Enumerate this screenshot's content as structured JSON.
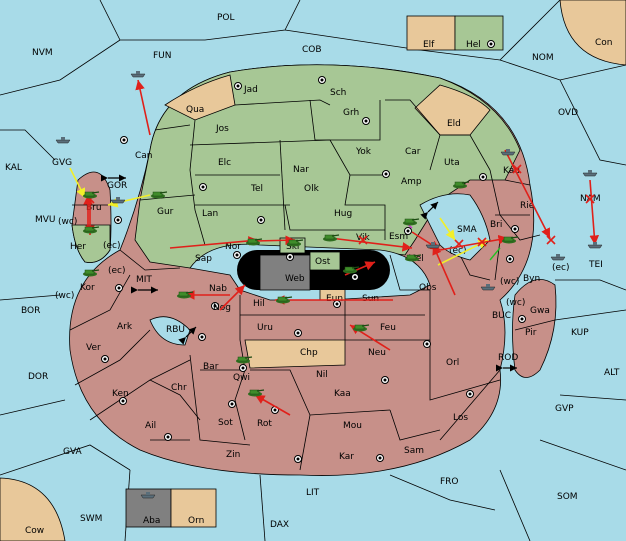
{
  "colors": {
    "sea": "#a8dbe8",
    "green_power": "#a7c795",
    "red_power": "#c79089",
    "neutral": "#e8c89a",
    "impassable": "#808080",
    "move_arrow": "#e0201a",
    "support_arrow": "#f2ef2a"
  },
  "legend": {
    "neutral_label": "Elf",
    "green_label": "Hel",
    "red_label": "Aba",
    "tan_label": "Orn"
  },
  "sea_labels": [
    {
      "id": "pol",
      "text": "POL"
    },
    {
      "id": "nvm",
      "text": "NVM"
    },
    {
      "id": "fun",
      "text": "FUN"
    },
    {
      "id": "cob",
      "text": "COB"
    },
    {
      "id": "nom",
      "text": "NOM"
    },
    {
      "id": "con",
      "text": "Con"
    },
    {
      "id": "ovd",
      "text": "OVD"
    },
    {
      "id": "kal",
      "text": "KAL"
    },
    {
      "id": "gvg",
      "text": "GVG"
    },
    {
      "id": "gor",
      "text": "GOR"
    },
    {
      "id": "mvu",
      "text": "MVU"
    },
    {
      "id": "mit",
      "text": "MIT"
    },
    {
      "id": "bor",
      "text": "BOR"
    },
    {
      "id": "rbu",
      "text": "RBU"
    },
    {
      "id": "dor",
      "text": "DOR"
    },
    {
      "id": "gva",
      "text": "GVA"
    },
    {
      "id": "swm",
      "text": "SWM"
    },
    {
      "id": "cow",
      "text": "Cow"
    },
    {
      "id": "lit",
      "text": "LIT"
    },
    {
      "id": "dax",
      "text": "DAX"
    },
    {
      "id": "fro",
      "text": "FRO"
    },
    {
      "id": "som",
      "text": "SOM"
    },
    {
      "id": "gvp",
      "text": "GVP"
    },
    {
      "id": "alt",
      "text": "ALT"
    },
    {
      "id": "kup",
      "text": "KUP"
    },
    {
      "id": "rod",
      "text": "ROD"
    },
    {
      "id": "buc",
      "text": "BUC"
    },
    {
      "id": "nam",
      "text": "NAM"
    },
    {
      "id": "tei",
      "text": "TEI"
    },
    {
      "id": "sma",
      "text": "SMA"
    }
  ],
  "land_labels": [
    {
      "id": "qua",
      "text": "Qua"
    },
    {
      "id": "jad",
      "text": "Jad"
    },
    {
      "id": "sch",
      "text": "Sch"
    },
    {
      "id": "can",
      "text": "Can"
    },
    {
      "id": "jos",
      "text": "Jos"
    },
    {
      "id": "grh",
      "text": "Grh"
    },
    {
      "id": "eld",
      "text": "Eld"
    },
    {
      "id": "elc",
      "text": "Elc"
    },
    {
      "id": "yok",
      "text": "Yok"
    },
    {
      "id": "car",
      "text": "Car"
    },
    {
      "id": "uta",
      "text": "Uta"
    },
    {
      "id": "nar",
      "text": "Nar"
    },
    {
      "id": "kau",
      "text": "Kau"
    },
    {
      "id": "tel",
      "text": "Tel"
    },
    {
      "id": "olk",
      "text": "Olk"
    },
    {
      "id": "amp",
      "text": "Amp"
    },
    {
      "id": "gur",
      "text": "Gur"
    },
    {
      "id": "lan",
      "text": "Lan"
    },
    {
      "id": "hug",
      "text": "Hug"
    },
    {
      "id": "rie",
      "text": "Rie"
    },
    {
      "id": "bri",
      "text": "Bri"
    },
    {
      "id": "esm",
      "text": "Esm"
    },
    {
      "id": "bru",
      "text": "Bru"
    },
    {
      "id": "her",
      "text": "Her"
    },
    {
      "id": "nor",
      "text": "Nor"
    },
    {
      "id": "skr",
      "text": "Skr"
    },
    {
      "id": "vik",
      "text": "Vik"
    },
    {
      "id": "sap",
      "text": "Sap"
    },
    {
      "id": "mel",
      "text": "Mel"
    },
    {
      "id": "ost",
      "text": "Ost"
    },
    {
      "id": "web",
      "text": "Web"
    },
    {
      "id": "byn",
      "text": "Byn"
    },
    {
      "id": "kor",
      "text": "Kor"
    },
    {
      "id": "nab",
      "text": "Nab"
    },
    {
      "id": "eun",
      "text": "Eun"
    },
    {
      "id": "sun",
      "text": "Sun"
    },
    {
      "id": "obs",
      "text": "Obs"
    },
    {
      "id": "gwa",
      "text": "Gwa"
    },
    {
      "id": "ark",
      "text": "Ark"
    },
    {
      "id": "nog",
      "text": "Nog"
    },
    {
      "id": "hil",
      "text": "Hil"
    },
    {
      "id": "pir",
      "text": "Pir"
    },
    {
      "id": "uru",
      "text": "Uru"
    },
    {
      "id": "feu",
      "text": "Feu"
    },
    {
      "id": "ver",
      "text": "Ver"
    },
    {
      "id": "chp",
      "text": "Chp"
    },
    {
      "id": "neu",
      "text": "Neu"
    },
    {
      "id": "orl",
      "text": "Orl"
    },
    {
      "id": "bar",
      "text": "Bar"
    },
    {
      "id": "qwi",
      "text": "Qwi"
    },
    {
      "id": "nil",
      "text": "Nil"
    },
    {
      "id": "ken",
      "text": "Ken"
    },
    {
      "id": "chr",
      "text": "Chr"
    },
    {
      "id": "kaa",
      "text": "Kaa"
    },
    {
      "id": "ail",
      "text": "Ail"
    },
    {
      "id": "sot",
      "text": "Sot"
    },
    {
      "id": "rot",
      "text": "Rot"
    },
    {
      "id": "mou",
      "text": "Mou"
    },
    {
      "id": "los",
      "text": "Los"
    },
    {
      "id": "zin",
      "text": "Zin"
    },
    {
      "id": "kar",
      "text": "Kar"
    },
    {
      "id": "sam",
      "text": "Sam"
    }
  ],
  "coast_labels": [
    {
      "id": "wc1",
      "text": "(wc)"
    },
    {
      "id": "ec1",
      "text": "(ec)"
    },
    {
      "id": "ec2",
      "text": "(ec)"
    },
    {
      "id": "wc2",
      "text": "(wc)"
    },
    {
      "id": "wc3",
      "text": "(wc)"
    },
    {
      "id": "ec3",
      "text": "(ec)"
    },
    {
      "id": "wc4",
      "text": "(wc)"
    },
    {
      "id": "ec4",
      "text": "(ec)"
    }
  ]
}
